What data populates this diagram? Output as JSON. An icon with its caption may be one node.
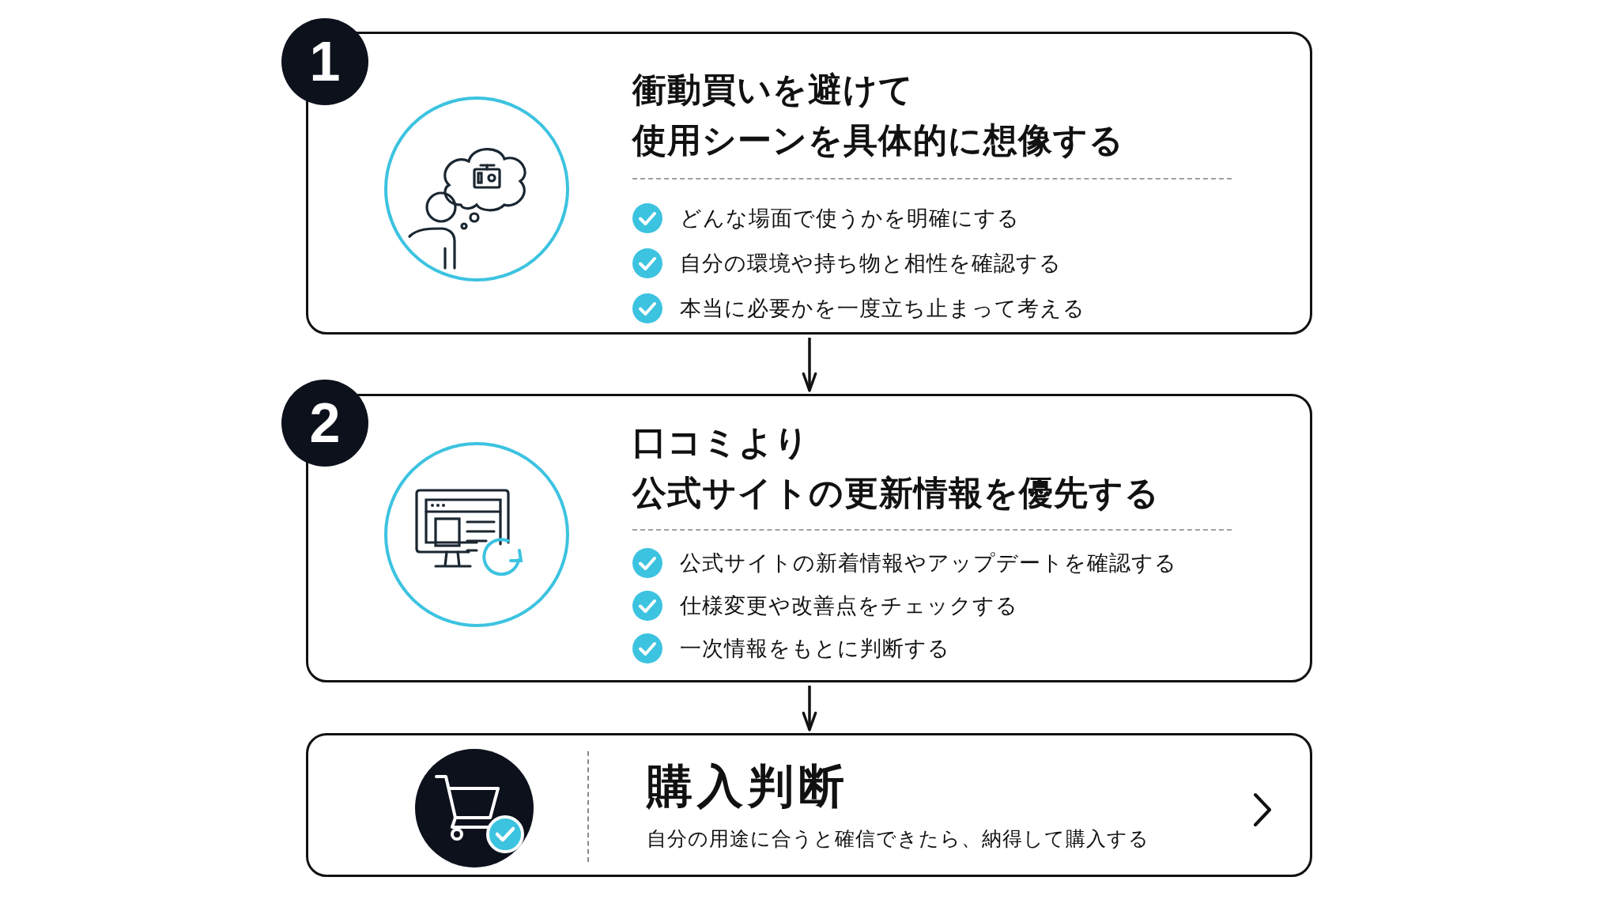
{
  "diagram": {
    "nodes": [
      {
        "text": [
          "衝動買いを避けて使用シーンを具体的に想像する",
          "どんな場面で使うかを明確にする",
          "自分の環境や持ち物と相性を確認する",
          "本当に必要かを一度立ち止まって考える"
        ]
      },
      {
        "text": [
          "1"
        ]
      },
      {
        "text": [
          "口コミより公式サイトの更新情報を優先する",
          "公式サイトの新着情報やアップデートを確認する",
          "仕様変更や改善点をチェックする",
          "一次情報をもとに判断する"
        ]
      },
      {
        "text": [
          "2"
        ]
      },
      {
        "text": [
          "購入判断",
          "自分の用途に合うと確信できたら、納得して購入する"
        ]
      }
    ],
    "edges": [
      {
        "from": 0,
        "to": 2,
        "arrow": "to"
      },
      {
        "from": 2,
        "to": 4,
        "arrow": "to"
      }
    ]
  }
}
